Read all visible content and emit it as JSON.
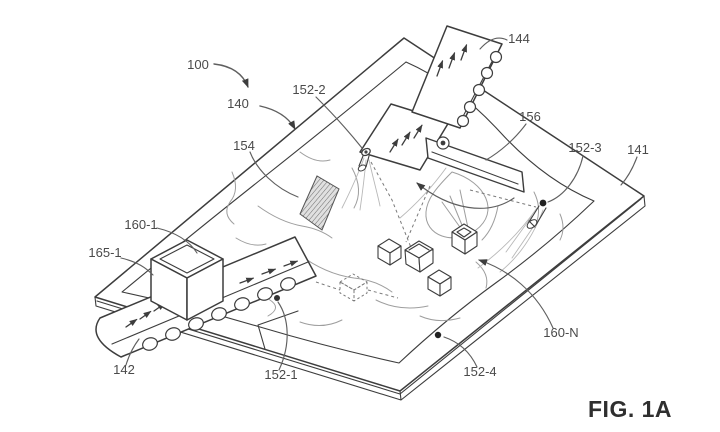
{
  "figure": {
    "caption": "FIG. 1A",
    "colors": {
      "ink": "#3d3d3d",
      "leader": "#5f5f5f",
      "content_ink": "#9e9e9e",
      "background": "#ffffff"
    },
    "labels": {
      "system": "100",
      "workspace": "140",
      "platform": "141",
      "entry_conveyor": "142",
      "exit_conveyor": "144",
      "sensor_1": "152-1",
      "sensor_2": "152-2",
      "sensor_3": "152-3",
      "sensor_4": "152-4",
      "marker": "154",
      "diverter": "156",
      "item_1": "160-1",
      "item_n": "160-N",
      "container_1": "165-1"
    }
  }
}
